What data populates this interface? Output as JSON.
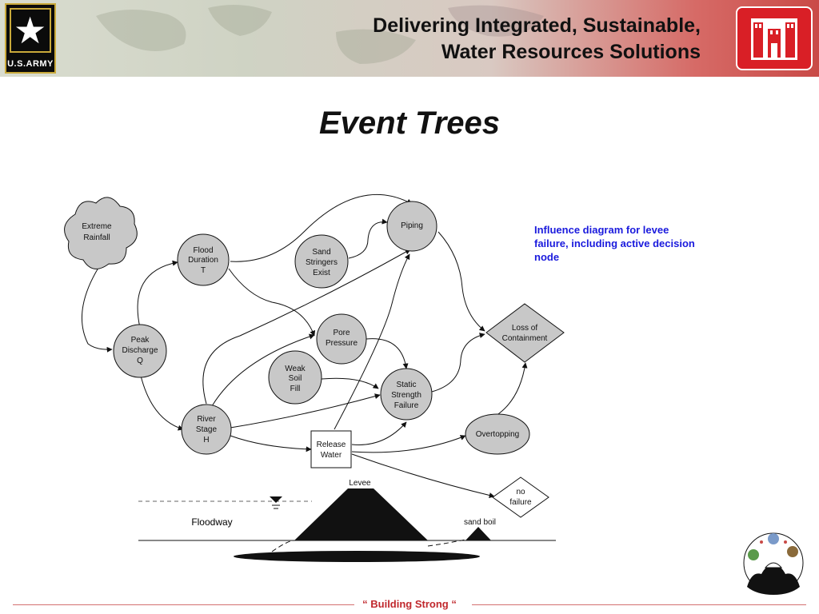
{
  "header": {
    "army_label": "U.S.ARMY",
    "title": "Delivering Integrated, Sustainable,\nWater Resources Solutions"
  },
  "slide": {
    "title": "Event Trees",
    "caption": "Influence diagram for levee failure, including active decision node"
  },
  "diagram": {
    "nodes": {
      "extreme_rainfall": [
        "Extreme",
        "Rainfall"
      ],
      "flood_duration": [
        "Flood",
        "Duration",
        "T"
      ],
      "sand_stringers": [
        "Sand",
        "Stringers",
        "Exist"
      ],
      "piping": [
        "Piping"
      ],
      "peak_discharge": [
        "Peak",
        "Discharge",
        "Q"
      ],
      "pore_pressure": [
        "Pore",
        "Pressure"
      ],
      "loss_of_containment": [
        "Loss of",
        "Containment"
      ],
      "weak_soil_fill": [
        "Weak",
        "Soil",
        "Fill"
      ],
      "static_strength_failure": [
        "Static",
        "Strength",
        "Failure"
      ],
      "river_stage": [
        "River",
        "Stage",
        "H"
      ],
      "release_water": [
        "Release",
        "Water"
      ],
      "overtopping": [
        "Overtopping"
      ],
      "no_failure": [
        "no",
        "failure"
      ]
    },
    "cross_section": {
      "levee": "Levee",
      "floodway": "Floodway",
      "sand_boil": "sand boil"
    }
  },
  "footer": {
    "motto": "“ Building  Strong “"
  },
  "colors": {
    "node_fill": "#c8c8c8",
    "caption": "#1a1add",
    "footer": "#c0282d",
    "castle": "#d91f26"
  }
}
